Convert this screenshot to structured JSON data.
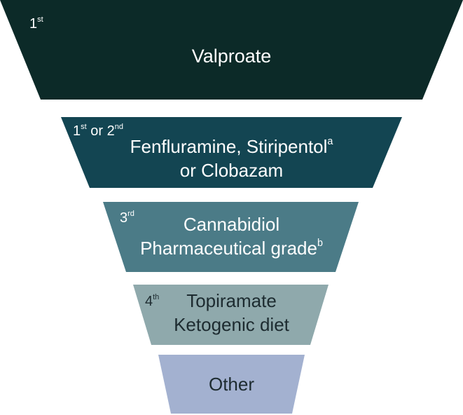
{
  "funnel": {
    "tiers": [
      {
        "rank_num": "1",
        "rank_sup": "st",
        "lines": [
          {
            "text": "Valproate",
            "sup": ""
          }
        ],
        "color": "#0c2a28"
      },
      {
        "rank_num": "1",
        "rank_sup": "st",
        "rank_mid": " or 2",
        "rank_sup2": "nd",
        "lines": [
          {
            "text": "Fenfluramine, Stiripentol",
            "sup": "a"
          },
          {
            "text": "or Clobazam",
            "sup": ""
          }
        ],
        "color": "#134552"
      },
      {
        "rank_num": "3",
        "rank_sup": "rd",
        "lines": [
          {
            "text": "Cannabidiol",
            "sup": ""
          },
          {
            "text": "Pharmaceutical grade",
            "sup": "b"
          }
        ],
        "color": "#4b7b87"
      },
      {
        "rank_num": "4",
        "rank_sup": "th",
        "lines": [
          {
            "text": "Topiramate",
            "sup": ""
          },
          {
            "text": "Ketogenic diet",
            "sup": ""
          }
        ],
        "color": "#8fa9ac"
      },
      {
        "lines": [
          {
            "text": "Other",
            "sup": ""
          }
        ],
        "color": "#a3b1d0"
      }
    ]
  }
}
